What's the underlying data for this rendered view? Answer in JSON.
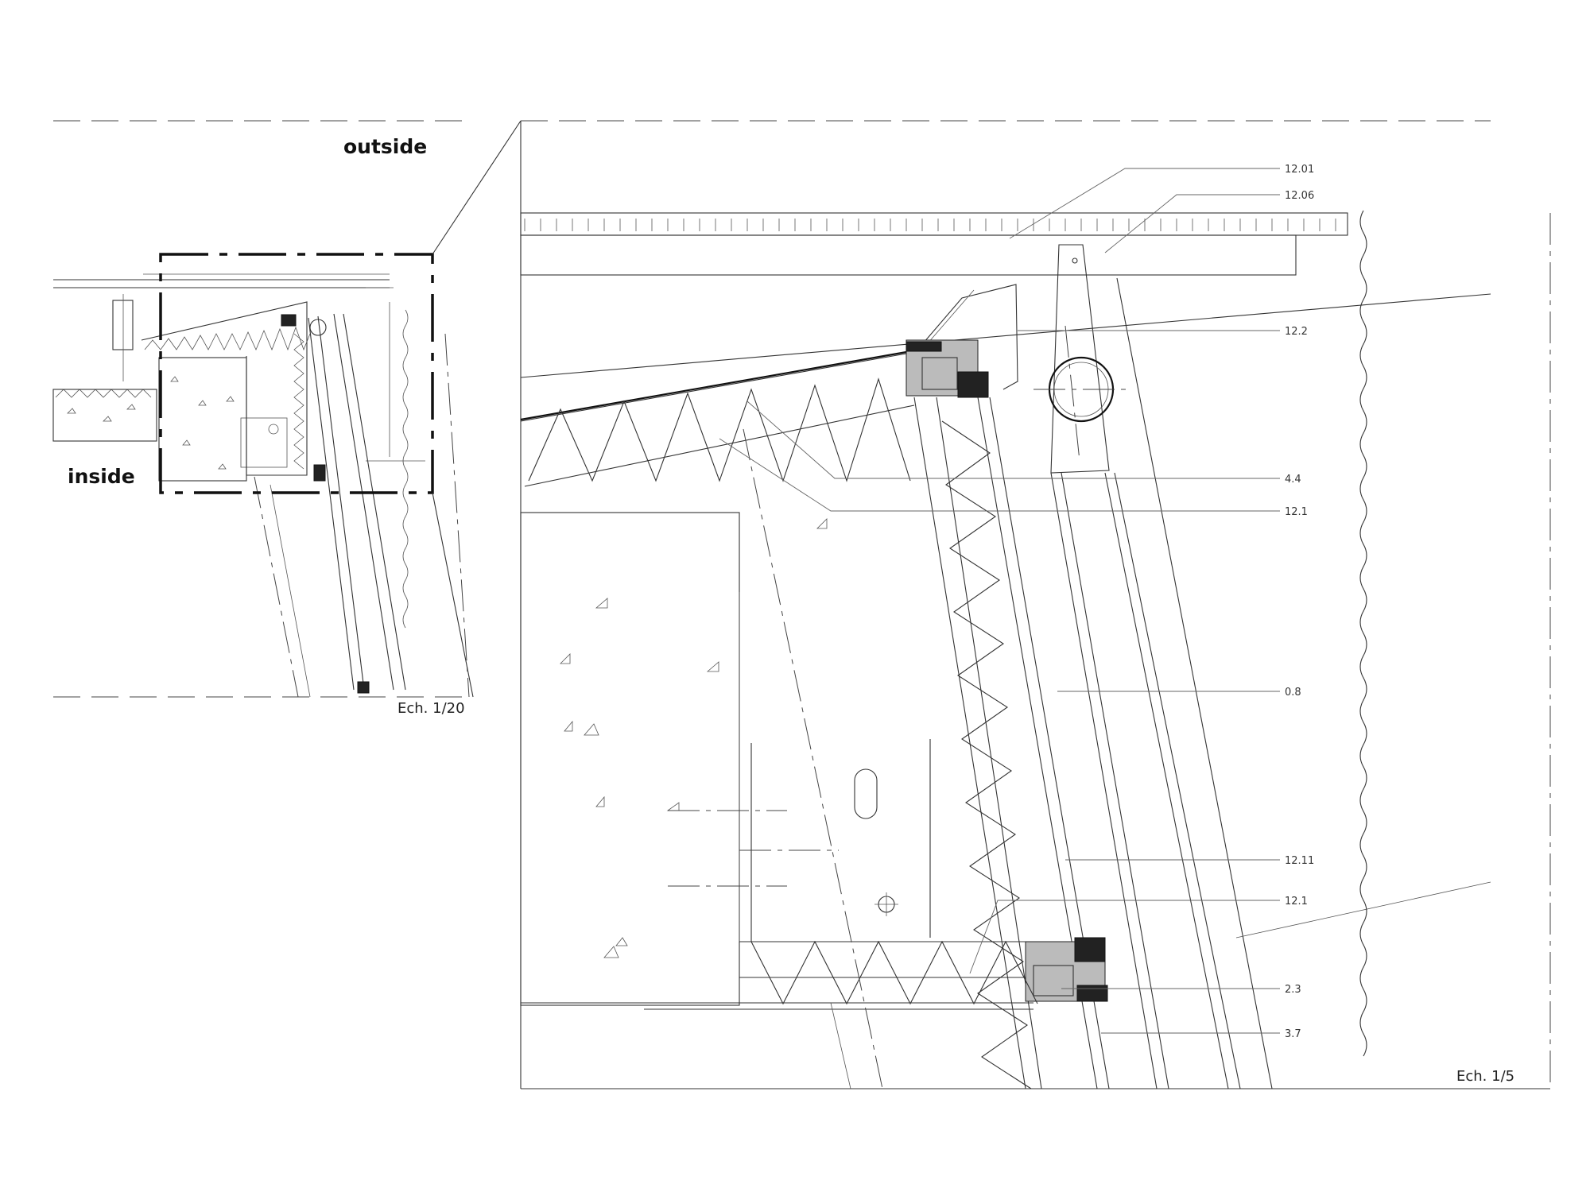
{
  "labels": {
    "outside": "outside",
    "inside": "inside",
    "scale_small": "Ech. 1/20",
    "scale_large": "Ech. 1/5"
  },
  "references": [
    {
      "id": "ref-12-01",
      "text": "12.01"
    },
    {
      "id": "ref-12-06",
      "text": "12.06"
    },
    {
      "id": "ref-12-2",
      "text": "12.2"
    },
    {
      "id": "ref-4-4",
      "text": "4.4"
    },
    {
      "id": "ref-12-1-a",
      "text": "12.1"
    },
    {
      "id": "ref-0-8",
      "text": "0.8"
    },
    {
      "id": "ref-12-11",
      "text": "12.11"
    },
    {
      "id": "ref-12-1-b",
      "text": "12.1"
    },
    {
      "id": "ref-2-3",
      "text": "2.3"
    },
    {
      "id": "ref-3-7",
      "text": "3.7"
    }
  ]
}
